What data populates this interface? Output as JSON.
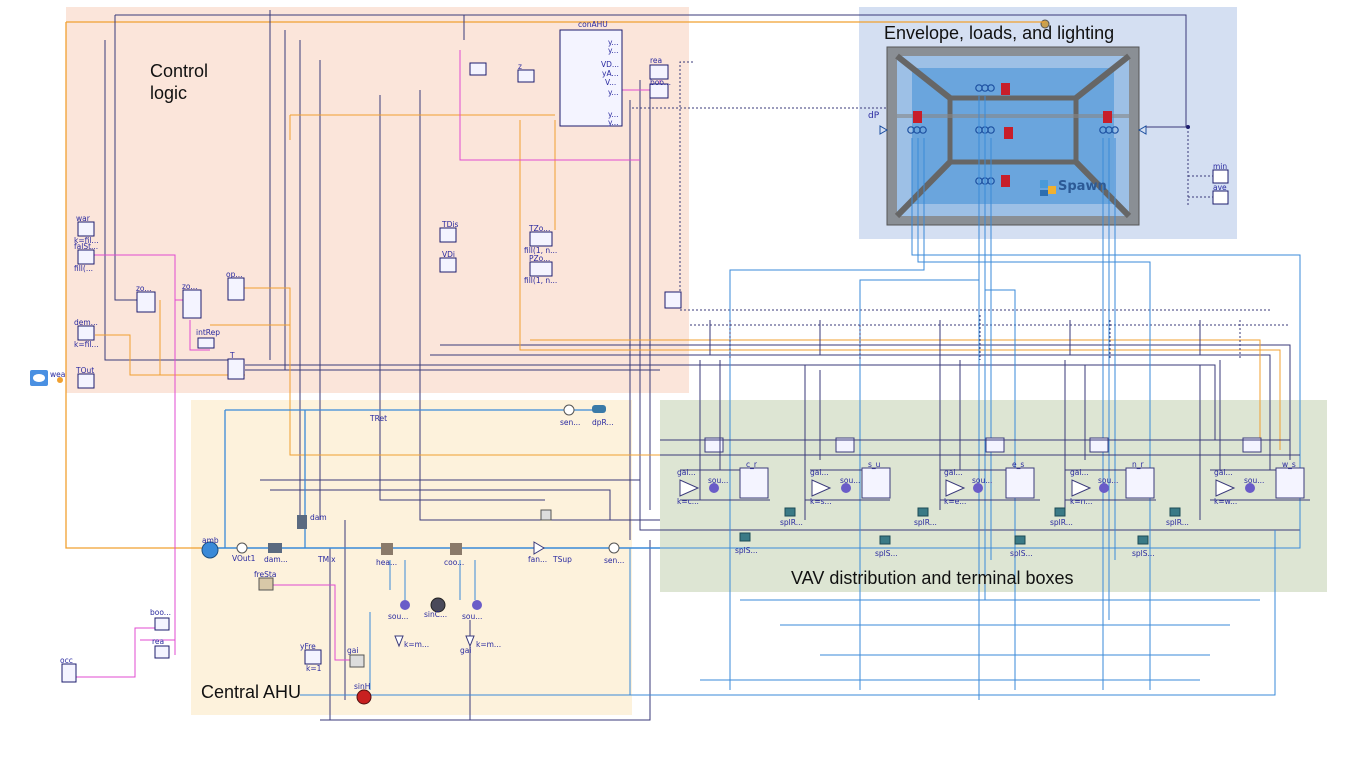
{
  "regions": {
    "control_logic": "Control\nlogic",
    "central_ahu": "Central AHU",
    "envelope": "Envelope, loads, and lighting",
    "vav": "VAV distribution and terminal boxes"
  },
  "colors": {
    "control_logic_bg": "#fbe5da",
    "central_ahu_bg": "#fdf2dc",
    "envelope_bg": "#d4dff2",
    "vav_bg": "#dde5d3",
    "signal_line": "#3a3a7a",
    "boolean_line": "#e04bd0",
    "temp_line": "#f0a030",
    "air_line": "#3a8ad8",
    "accent_red": "#c81e2a"
  },
  "control_blocks": {
    "conAHU": {
      "title": "conAHU",
      "ports": [
        "y...",
        "y...",
        "VD...",
        "yA...",
        "V...",
        "y...",
        "y...",
        "y..."
      ]
    },
    "war": {
      "title": "war",
      "sub": "k=fil..."
    },
    "falSt": {
      "title": "falSt...",
      "sub": "fill(..."
    },
    "zo1": {
      "title": "zo..."
    },
    "zo2": {
      "title": "zo..."
    },
    "op": {
      "title": "op..."
    },
    "intRep": {
      "title": "intRep"
    },
    "dem": {
      "title": "dem...",
      "sub": "k=fil..."
    },
    "T": {
      "title": "T"
    },
    "wea": {
      "title": "wea"
    },
    "TOut": {
      "title": "TOut"
    },
    "TDis": {
      "title": "TDis"
    },
    "VDi": {
      "title": "VDi"
    },
    "TZo": {
      "title": "TZo...",
      "sub": "fill(1, n..."
    },
    "PZo": {
      "title": "PZo...",
      "sub": "fill(1, n..."
    },
    "rea": {
      "title": "rea"
    },
    "boo": {
      "title": "boo..."
    },
    "z": {
      "title": "z"
    }
  },
  "ahu_components": {
    "TRet": "TRet",
    "senRet": "sen...",
    "dpRet": "dpR...",
    "amb": "amb",
    "VOut1": "VOut1",
    "damOut": "dam...",
    "damRet": "dam",
    "TMix": "TMix",
    "heaCoi": "hea...",
    "cooCoi": "coo...",
    "fan": "fan...",
    "TSup": "TSup",
    "senSup": "sen...",
    "freSta": "freSta",
    "yFre": "yFre",
    "yFre_k": "k=1",
    "gaiHea": "gai",
    "gaiCoo": "gai",
    "souHea": "sou...",
    "souCoo": "sou...",
    "kmHea": "k=m...",
    "kmCoo": "k=m...",
    "sinCoo": "sinC...",
    "sinHea": "sinH",
    "booAHU": "boo...",
    "reaAHU": "rea",
    "occ": "occ",
    "dpLabel": "dP"
  },
  "envelope": {
    "brand": "Spawn",
    "dpLabel": "dP",
    "min": "min",
    "ave": "ave"
  },
  "vav_zones": [
    {
      "id": "cor",
      "box": "c_r",
      "gai": "gai...",
      "k": "k=c...",
      "sou": "sou...",
      "spl": "splR...",
      "splS": "splS..."
    },
    {
      "id": "sou",
      "box": "s_u",
      "gai": "gai...",
      "k": "k=s...",
      "sou": "sou...",
      "spl": "splR...",
      "splS": "splS..."
    },
    {
      "id": "eas",
      "box": "e_s",
      "gai": "gai...",
      "k": "k=e...",
      "sou": "sou...",
      "spl": "splR...",
      "splS": "splS..."
    },
    {
      "id": "nor",
      "box": "n_r",
      "gai": "gai...",
      "k": "k=n...",
      "sou": "sou...",
      "spl": "splR...",
      "splS": "splS..."
    },
    {
      "id": "wes",
      "box": "w_s",
      "gai": "gai...",
      "k": "k=w...",
      "sou": "sou...",
      "spl": "",
      "splS": ""
    }
  ]
}
